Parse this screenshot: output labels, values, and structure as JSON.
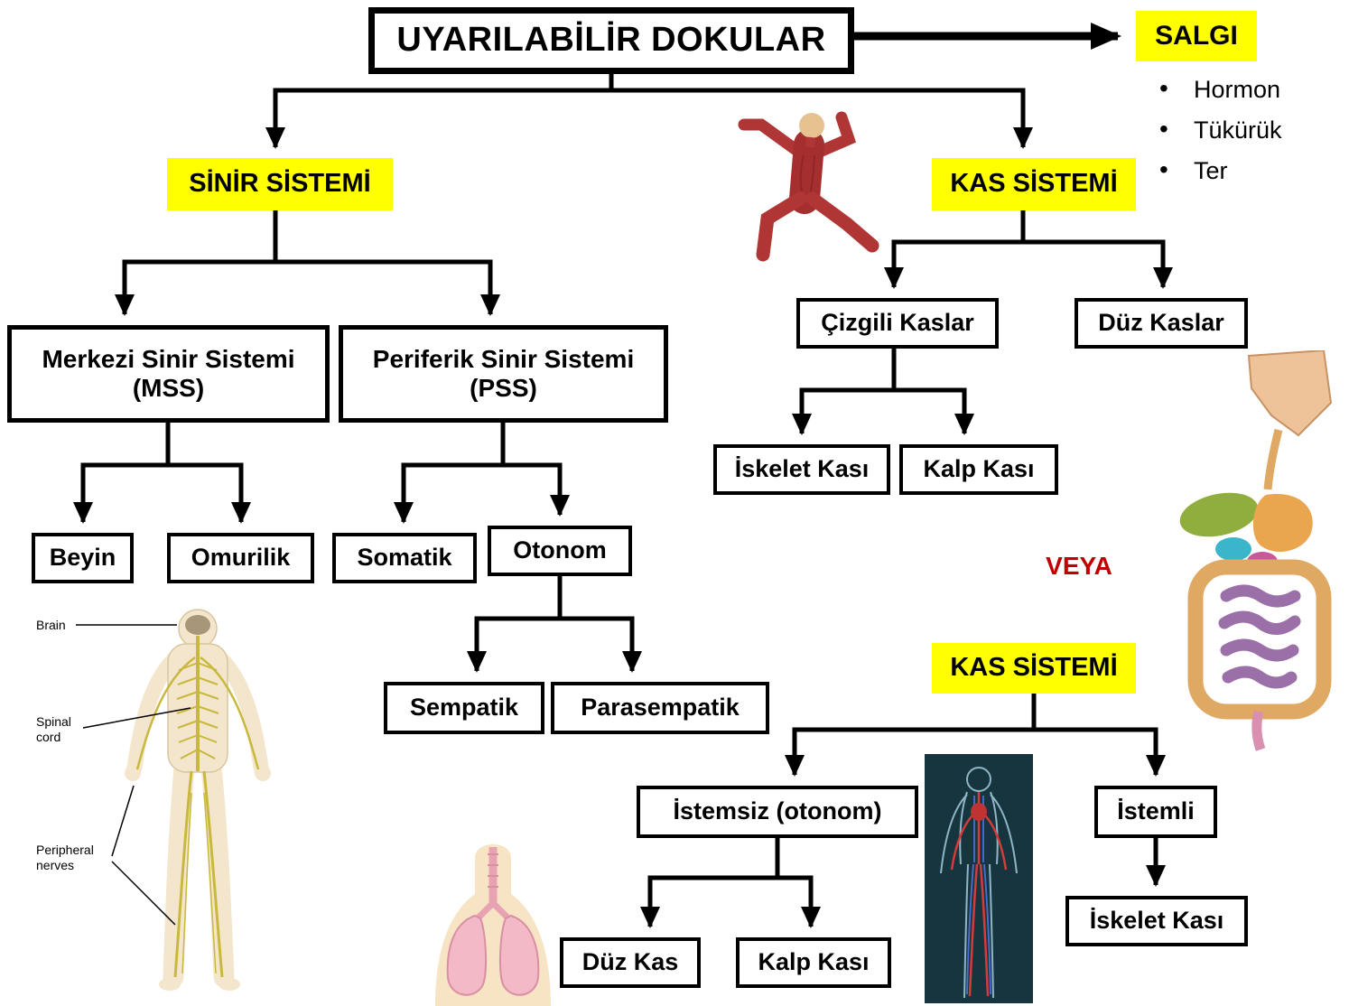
{
  "title": "UYARILABİLİR DOKULAR",
  "salgi": {
    "label": "SALGI",
    "items": [
      "Hormon",
      "Tükürük",
      "Ter"
    ]
  },
  "sinir": {
    "root": "SİNİR SİSTEMİ",
    "mss_line1": "Merkezi Sinir Sistemi",
    "mss_line2": "(MSS)",
    "pss_line1": "Periferik Sinir Sistemi",
    "pss_line2": "(PSS)",
    "beyin": "Beyin",
    "omurilik": "Omurilik",
    "somatik": "Somatik",
    "otonom": "Otonom",
    "sempatik": "Sempatik",
    "parasempatik": "Parasempatik"
  },
  "kas": {
    "root": "KAS SİSTEMİ",
    "cizgili_kaslar": "Çizgili Kaslar",
    "duz_kaslar": "Düz Kaslar",
    "iskelet_kasi": "İskelet Kası",
    "kalp_kasi": "Kalp Kası",
    "veya": "VEYA",
    "root2": "KAS SİSTEMİ",
    "istemsiz": "İstemsiz (otonom)",
    "istemli": "İstemli",
    "duz_kas": "Düz Kas",
    "kalp_kasi2": "Kalp Kası",
    "iskelet_kasi2": "İskelet Kası"
  },
  "anatomy": {
    "brain": "Brain",
    "spinal1": "Spinal",
    "spinal2": "cord",
    "periph1": "Peripheral",
    "periph2": "nerves"
  },
  "colors": {
    "highlight_yellow": "#ffff00",
    "veya_red": "#c00000",
    "line_black": "#000000"
  }
}
